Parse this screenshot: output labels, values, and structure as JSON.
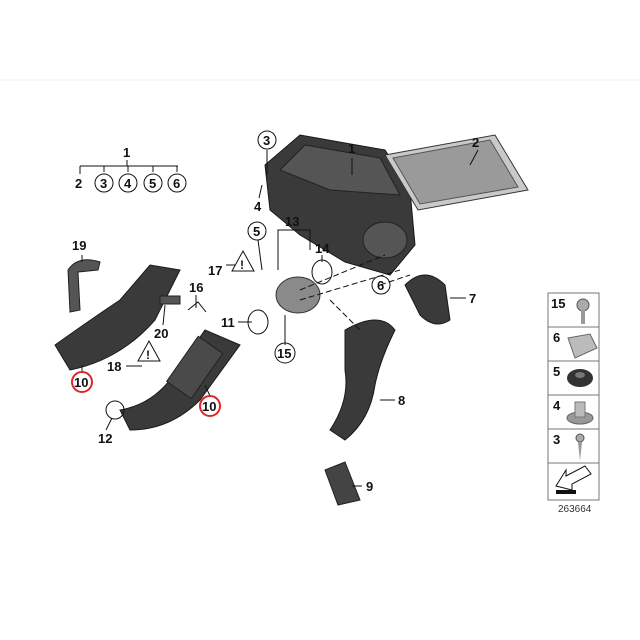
{
  "diagram": {
    "catalog_number": "263664",
    "highlight_color": "#e0262b",
    "group_legend": {
      "parent": "1",
      "children": [
        "2",
        "3",
        "4",
        "5",
        "6"
      ]
    },
    "callouts": {
      "c1": "1",
      "c2": "2",
      "c3": "3",
      "c4": "4",
      "c5": "5",
      "c6": "6",
      "c7": "7",
      "c8": "8",
      "c9": "9",
      "c10a": "10",
      "c10b": "10",
      "c11": "11",
      "c12": "12",
      "c13": "13",
      "c14": "14",
      "c15": "15",
      "c16": "16",
      "c17": "17",
      "c18": "18",
      "c19": "19",
      "c20": "20"
    },
    "hardware_panel": [
      "15",
      "6",
      "5",
      "4",
      "3"
    ],
    "warning_icon": "warning-triangle-icon",
    "arrow_icon": "direction-arrow-icon"
  }
}
